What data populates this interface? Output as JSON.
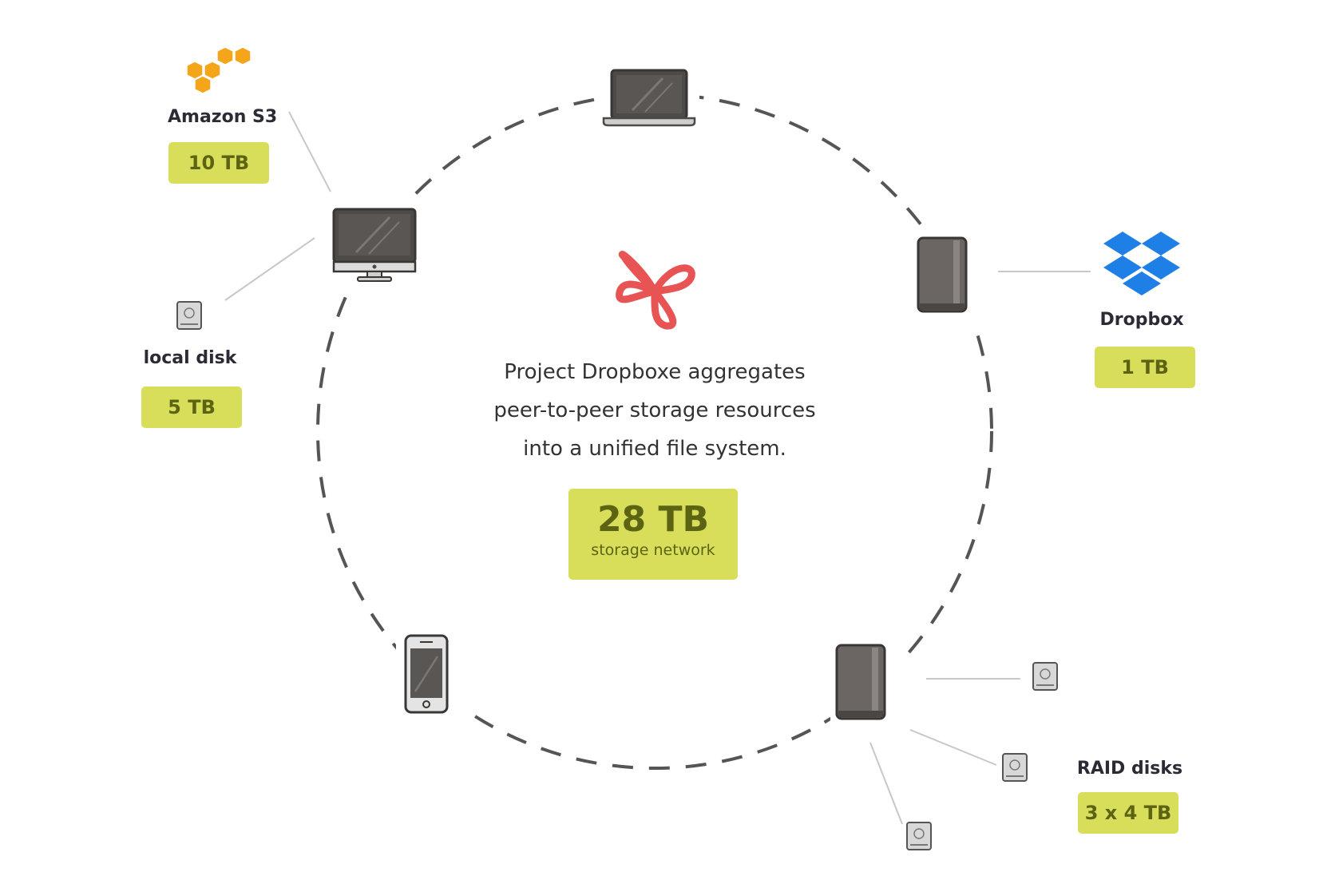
{
  "description": {
    "line1": "Project Dropboxe aggregates",
    "line2": "peer-to-peer storage resources",
    "line3": "into a unified file system."
  },
  "total": {
    "value": "28 TB",
    "caption": "storage network"
  },
  "sources": {
    "amazon_s3": {
      "label": "Amazon S3",
      "capacity": "10 TB"
    },
    "local_disk": {
      "label": "local disk",
      "capacity": "5 TB"
    },
    "dropbox": {
      "label": "Dropbox",
      "capacity": "1 TB"
    },
    "raid_disks": {
      "label": "RAID disks",
      "capacity": "3 x 4 TB"
    }
  },
  "colors": {
    "badge": "#d9de5a",
    "badge_text": "#5c6414",
    "logo": "#e85454",
    "dropbox": "#1e7fe6",
    "aws": "#f4a519",
    "device": "#4e4a47"
  }
}
